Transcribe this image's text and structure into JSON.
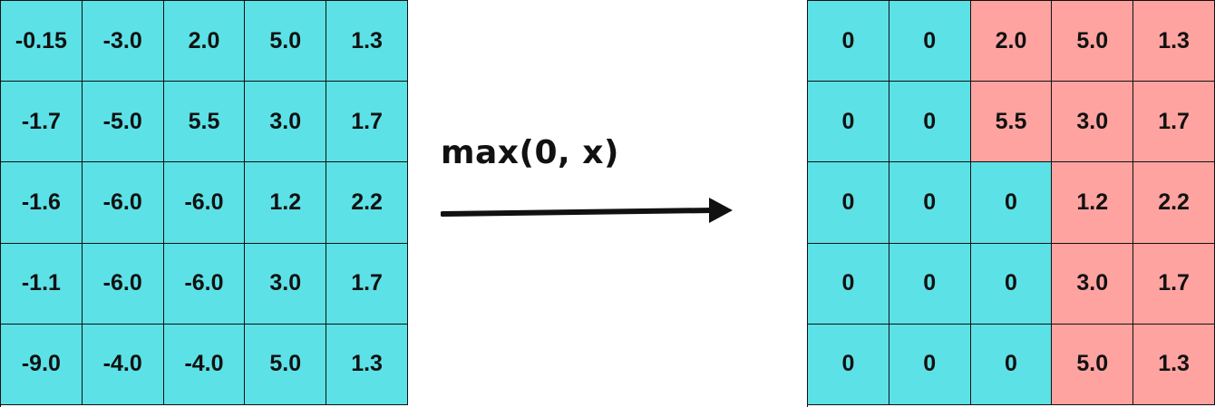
{
  "function_label": "max(0, x)",
  "colors": {
    "negative_cell": "#5ce1e6",
    "positive_cell": "#ffa3a0",
    "border": "#111111",
    "arrow": "#111111"
  },
  "input_matrix": [
    [
      "-0.15",
      "-3.0",
      "2.0",
      "5.0",
      "1.3"
    ],
    [
      "-1.7",
      "-5.0",
      "5.5",
      "3.0",
      "1.7"
    ],
    [
      "-1.6",
      "-6.0",
      "-6.0",
      "1.2",
      "2.2"
    ],
    [
      "-1.1",
      "-6.0",
      "-6.0",
      "3.0",
      "1.7"
    ],
    [
      "-9.0",
      "-4.0",
      "-4.0",
      "5.0",
      "1.3"
    ]
  ],
  "output_matrix": [
    [
      "0",
      "0",
      "2.0",
      "5.0",
      "1.3"
    ],
    [
      "0",
      "0",
      "5.5",
      "3.0",
      "1.7"
    ],
    [
      "0",
      "0",
      "0",
      "1.2",
      "2.2"
    ],
    [
      "0",
      "0",
      "0",
      "3.0",
      "1.7"
    ],
    [
      "0",
      "0",
      "0",
      "5.0",
      "1.3"
    ]
  ]
}
